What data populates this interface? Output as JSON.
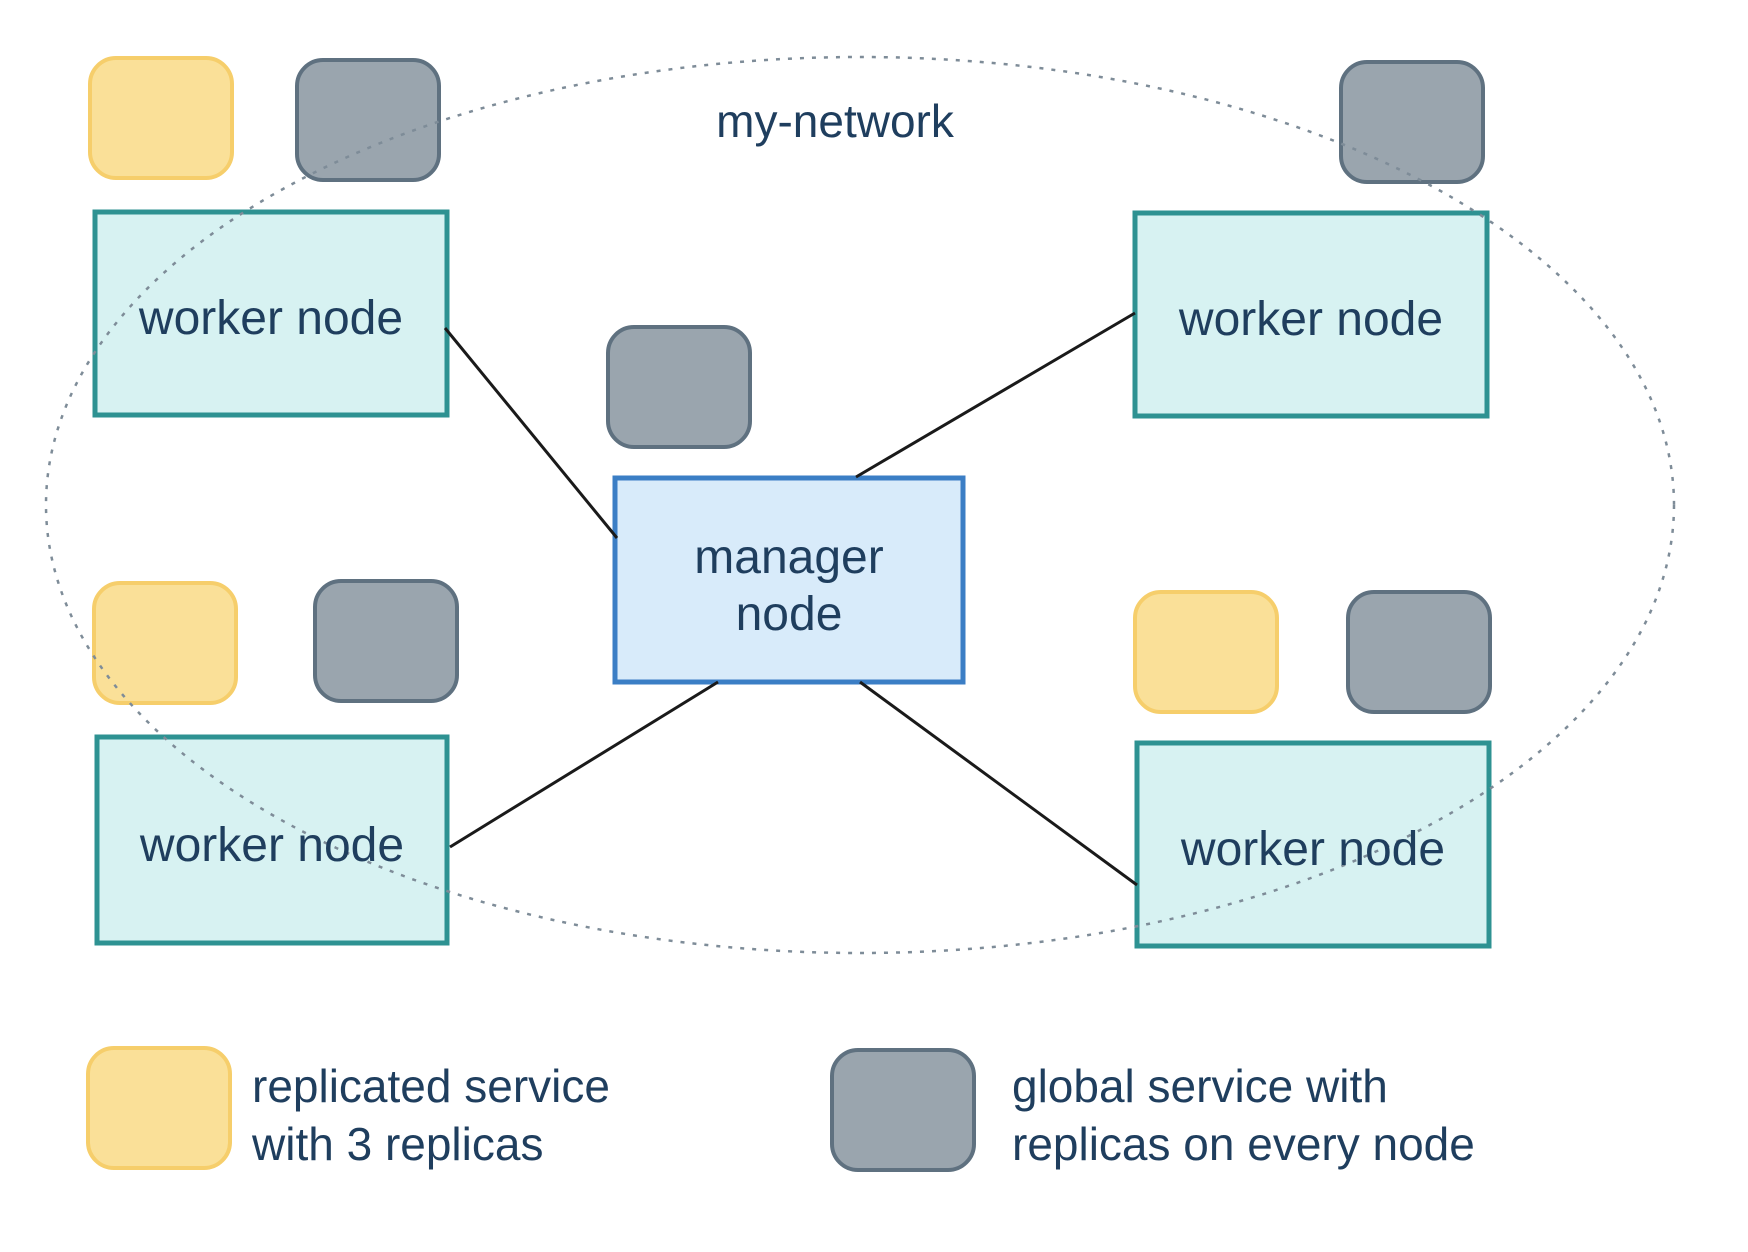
{
  "network_label": "my-network",
  "manager_node": {
    "label": [
      "manager",
      "node"
    ]
  },
  "worker_nodes": [
    {
      "id": "top-left",
      "label": "worker node"
    },
    {
      "id": "top-right",
      "label": "worker node"
    },
    {
      "id": "bottom-left",
      "label": "worker node"
    },
    {
      "id": "bottom-right",
      "label": "worker node"
    }
  ],
  "legend": [
    {
      "swatch": "replicated-service",
      "lines": [
        "replicated service",
        "with 3 replicas"
      ]
    },
    {
      "swatch": "global-service",
      "lines": [
        "global service with",
        "replicas on every node"
      ]
    }
  ],
  "colors": {
    "replicated_fill": "#FAE098",
    "replicated_border": "#F6CE6B",
    "global_fill": "#9AA5AE",
    "global_border": "#5F7180",
    "worker_fill": "#D7F2F2",
    "worker_border": "#2E9292",
    "manager_fill": "#D8EBFA",
    "manager_border": "#3B7EC5",
    "label_text": "#1F3E5E",
    "network_dash": "#7E8C98",
    "connector": "#1A1A1A",
    "background": "#FFFFFF"
  }
}
